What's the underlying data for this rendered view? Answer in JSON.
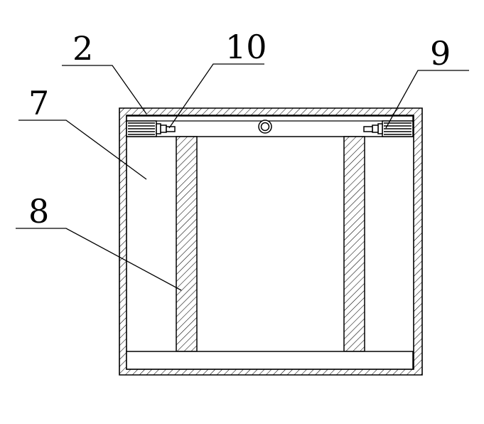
{
  "labels": {
    "l2": "2",
    "l10": "10",
    "l9": "9",
    "l7": "7",
    "l8": "8"
  },
  "colors": {
    "stroke": "#000000",
    "background": "#ffffff"
  }
}
